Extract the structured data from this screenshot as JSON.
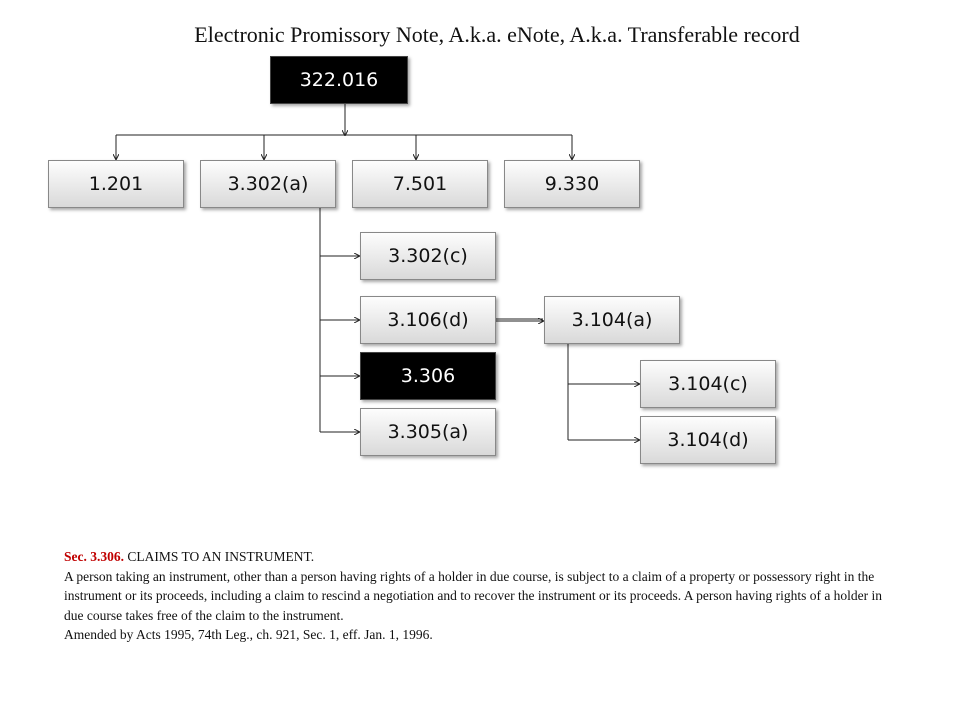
{
  "title": "Electronic Promissory Note, A.k.a. eNote, A.k.a. Transferable record",
  "nodes": {
    "root": "322.016",
    "n1201": "1.201",
    "n3302a": "3.302(a)",
    "n7501": "7.501",
    "n9330": "9.330",
    "n3302c": "3.302(c)",
    "n3106d": "3.106(d)",
    "n3306": "3.306",
    "n3305a": "3.305(a)",
    "n3104a": "3.104(a)",
    "n3104c": "3.104(c)",
    "n3104d": "3.104(d)"
  },
  "section": {
    "number": "Sec. 3.306.",
    "heading": "CLAIMS TO AN INSTRUMENT.",
    "body": "A person taking an instrument, other than a person having rights of a holder in due course, is subject to a claim of a property or possessory right in the instrument or its proceeds, including a claim to rescind a negotiation and to recover the instrument or its proceeds. A person having rights of a holder in due course takes free of the claim to the instrument.",
    "amended": "Amended by Acts 1995, 74th Leg., ch. 921, Sec. 1, eff. Jan. 1, 1996."
  }
}
